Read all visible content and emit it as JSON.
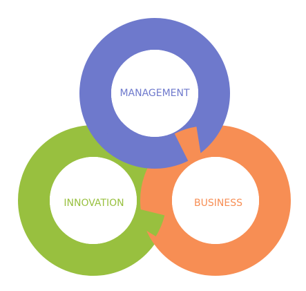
{
  "rings": {
    "management": {
      "label": "MANAGEMENT",
      "color": "#6E79CC"
    },
    "innovation": {
      "label": "INNOVATION",
      "color": "#98C03F"
    },
    "business": {
      "label": "BUSINESS",
      "color": "#F78E54"
    }
  },
  "background_color": "#FFFFFF",
  "hub_color": "#F4F4F2"
}
